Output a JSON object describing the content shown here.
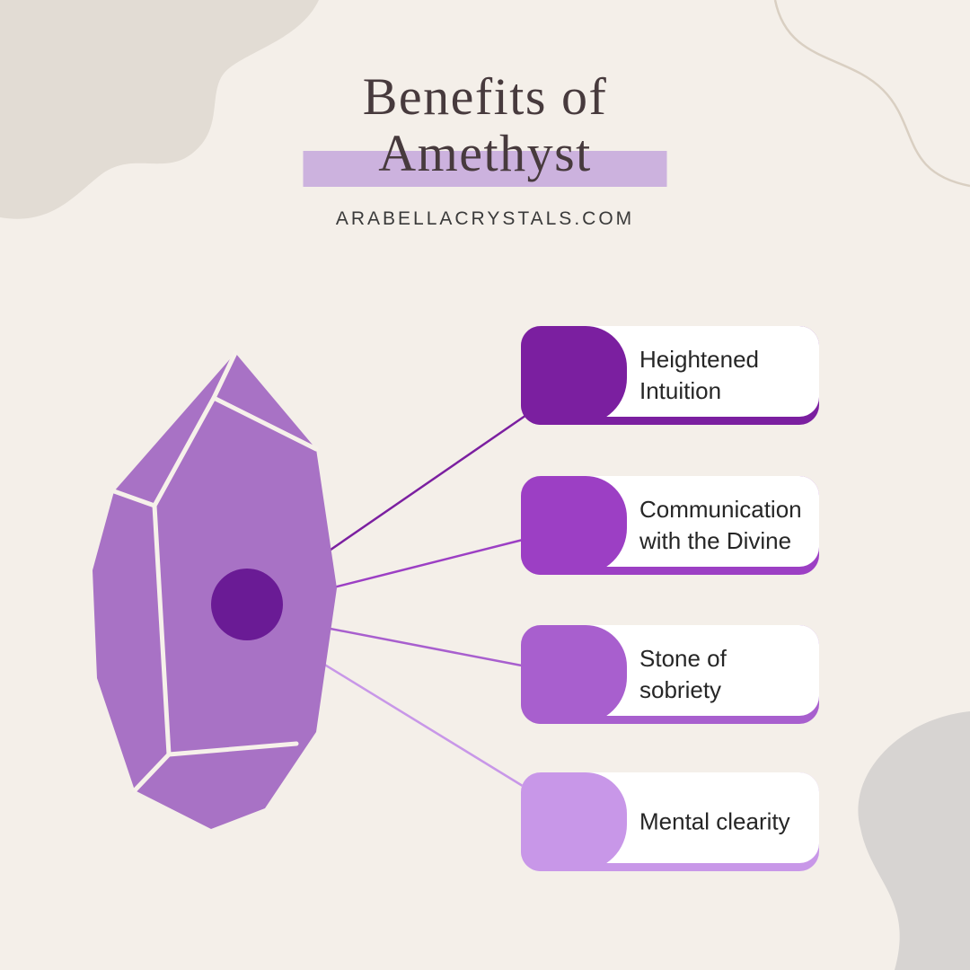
{
  "page": {
    "background_color": "#f4efe9"
  },
  "header": {
    "title_line1": "Benefits of",
    "title_line2": "Amethyst",
    "highlight_color": "#ccb2de",
    "website": "ARABELLACRYSTALS.COM"
  },
  "benefits": [
    {
      "label": "Heightened Intuition",
      "color": "#7b1fa0"
    },
    {
      "label": "Communication with the Divine",
      "color": "#9c3fc4"
    },
    {
      "label": "Stone of sobriety",
      "color": "#a85fce"
    },
    {
      "label": "Mental clearity",
      "color": "#c897e8"
    }
  ],
  "illustration": {
    "crystal_color": "#a872c5",
    "facet_line_color": "#f6f1ea",
    "hub_color": "#6a1b95"
  },
  "decor": {
    "blob_color_top_left": "#e2dcd4",
    "line_color_top_right": "#d9cfc2",
    "blob_color_bottom_right": "#d7d4d2"
  }
}
